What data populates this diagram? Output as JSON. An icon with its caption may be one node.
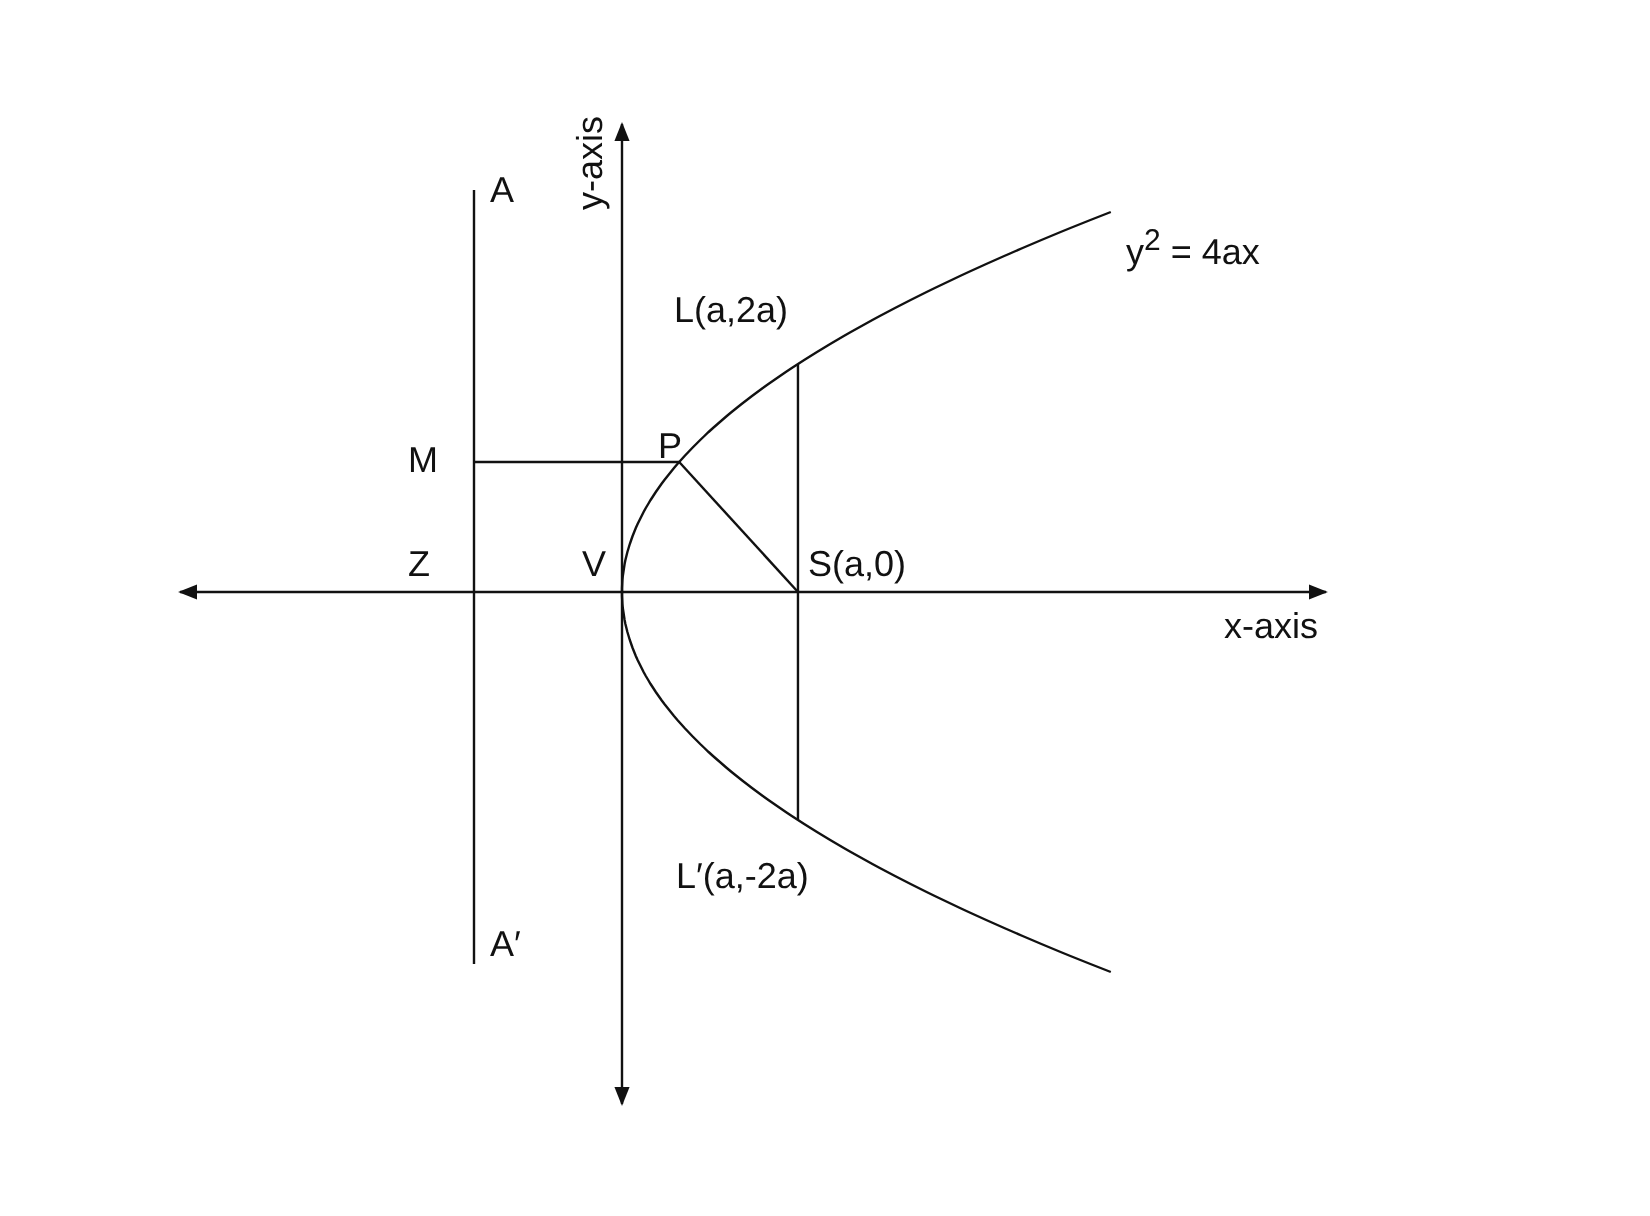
{
  "diagram": {
    "labels": [
      "y-axis",
      "A",
      "y$^{2}$ = 4ax",
      "L(a,2a)",
      "M",
      "P",
      "Z",
      "V",
      "S(a,0)",
      "x-axis",
      "L′(a,-2a)",
      "A′"
    ]
  }
}
